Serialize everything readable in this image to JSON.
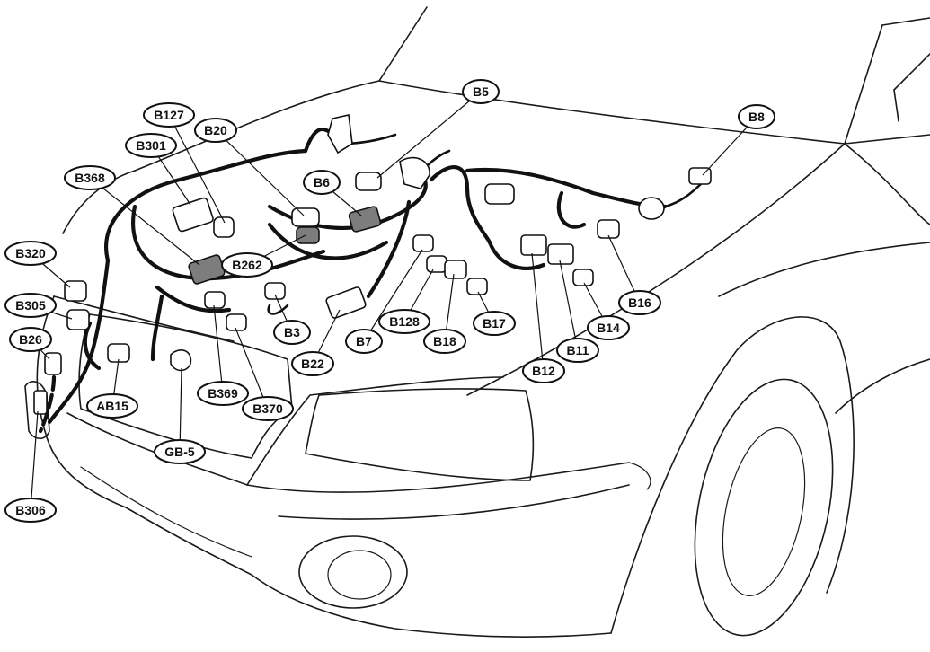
{
  "diagram": {
    "labels": [
      "B5",
      "B8",
      "B127",
      "B20",
      "B301",
      "B6",
      "B368",
      "B262",
      "B320",
      "B305",
      "B26",
      "B3",
      "B22",
      "B7",
      "B128",
      "B18",
      "B17",
      "B12",
      "B11",
      "B14",
      "B16",
      "B369",
      "B370",
      "AB15",
      "GB-5",
      "B306"
    ]
  }
}
